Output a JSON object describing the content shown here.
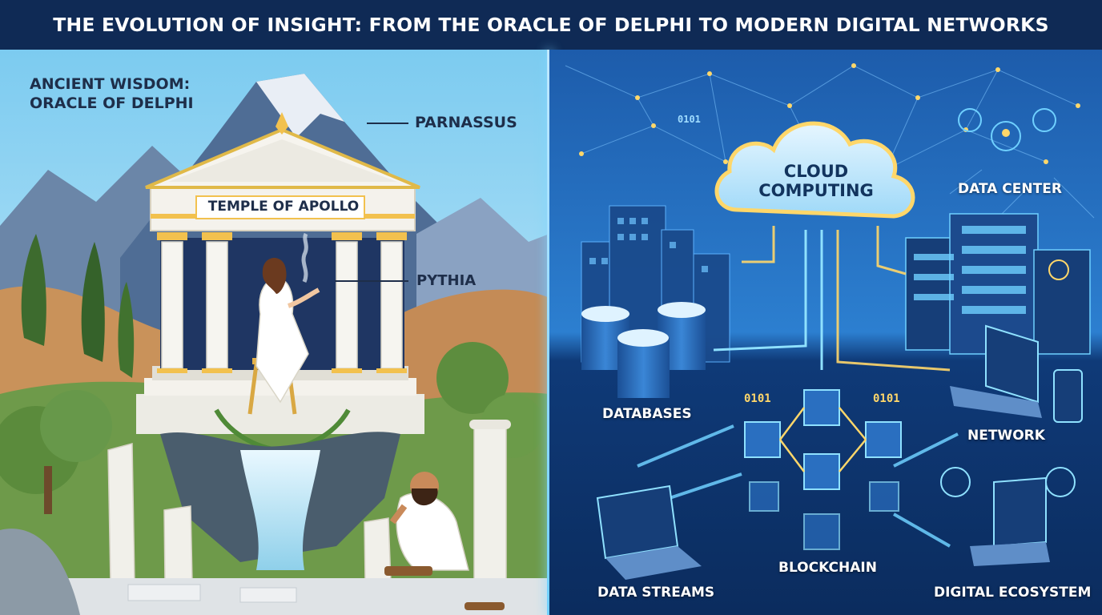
{
  "title": "THE EVOLUTION OF INSIGHT: FROM THE ORACLE OF DELPHI TO MODERN DIGITAL NETWORKS",
  "left_panel": {
    "heading_line1": "ANCIENT WISDOM:",
    "heading_line2": "ORACLE OF DELPHI",
    "labels": {
      "parnassus": "PARNASSUS",
      "temple": "TEMPLE OF APOLLO",
      "pythia": "PYTHIA"
    }
  },
  "right_panel": {
    "cloud_line1": "CLOUD",
    "cloud_line2": "COMPUTING",
    "binary": "0101",
    "labels": {
      "data_center": "DATA CENTER",
      "databases": "DATABASES",
      "network": "NETWORK",
      "blockchain": "BLOCKCHAIN",
      "data_streams": "DATA STREAMS",
      "digital_ecosystem": "DIGITAL ECOSYSTEM"
    }
  },
  "colors": {
    "title_bg": "#0f2a55",
    "sky_left": "#8fd3f4",
    "sky_right": "#1d5cab",
    "accent_gold": "#f2c14e",
    "glow_cyan": "#6fd0ff",
    "marble": "#f4f2ec"
  }
}
